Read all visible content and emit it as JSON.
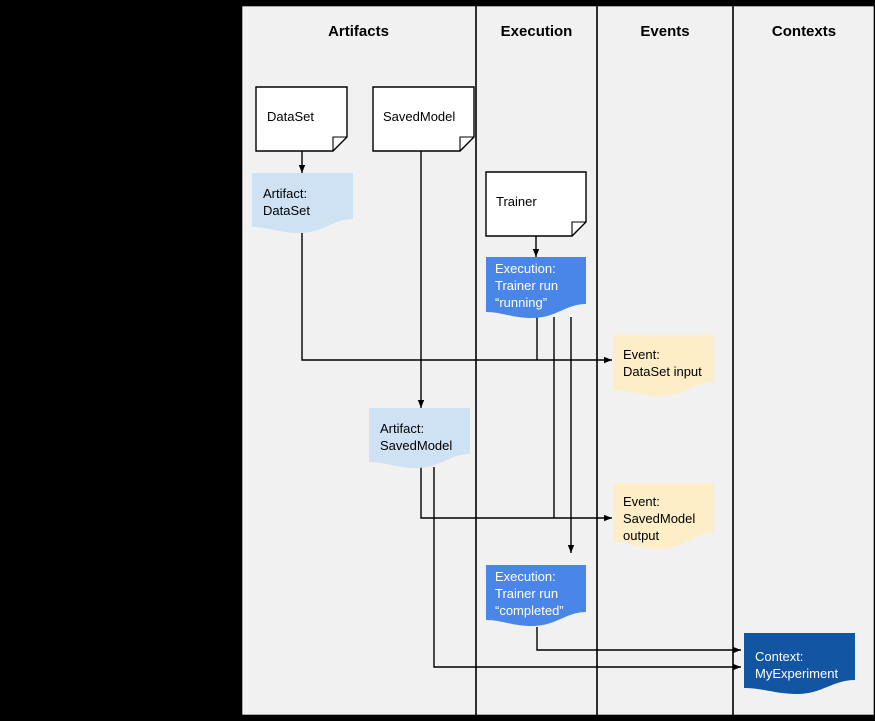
{
  "diagram": {
    "title_bar_bg": "#f1f1f1",
    "page_bg": "#000000",
    "lane_line_color": "#000000",
    "lanes": [
      {
        "id": "artifacts",
        "label": "Artifacts"
      },
      {
        "id": "execution",
        "label": "Execution"
      },
      {
        "id": "events",
        "label": "Events"
      },
      {
        "id": "contexts",
        "label": "Contexts"
      }
    ],
    "colors": {
      "artifact_fill": "#cfe2f3",
      "execution_fill": "#4a86e8",
      "event_fill": "#fdeec8",
      "context_fill": "#1155a3",
      "document_fill": "#ffffff",
      "stroke": "#000000",
      "lane_bg": "#f1f1f1"
    },
    "nodes": [
      {
        "id": "doc-dataset",
        "kind": "document",
        "lane": "artifacts",
        "text": "DataSet"
      },
      {
        "id": "doc-savedmodel",
        "kind": "document",
        "lane": "artifacts",
        "text": "SavedModel"
      },
      {
        "id": "doc-trainer",
        "kind": "document",
        "lane": "execution",
        "text": "Trainer"
      },
      {
        "id": "artifact-dataset",
        "kind": "artifact",
        "lane": "artifacts",
        "text": "Artifact:\nDataSet"
      },
      {
        "id": "artifact-savedmodel",
        "kind": "artifact",
        "lane": "artifacts",
        "text": "Artifact:\nSavedModel"
      },
      {
        "id": "execution-running",
        "kind": "execution",
        "lane": "execution",
        "text": "Execution:\nTrainer run\n“running”"
      },
      {
        "id": "execution-completed",
        "kind": "execution",
        "lane": "execution",
        "text": "Execution:\nTrainer run\n“completed”"
      },
      {
        "id": "event-dataset-input",
        "kind": "event",
        "lane": "events",
        "text": "Event:\nDataSet input"
      },
      {
        "id": "event-savedmodel-output",
        "kind": "event",
        "lane": "events",
        "text": "Event:\nSavedModel\noutput"
      },
      {
        "id": "context-myexperiment",
        "kind": "context",
        "lane": "contexts",
        "text": "Context:\nMyExperiment"
      }
    ],
    "edges": [
      {
        "from": "doc-dataset",
        "to": "artifact-dataset",
        "arrow": true
      },
      {
        "from": "doc-savedmodel",
        "to": "artifact-savedmodel",
        "arrow": true
      },
      {
        "from": "doc-trainer",
        "to": "execution-running",
        "arrow": true
      },
      {
        "from": "artifact-dataset",
        "to": "event-dataset-input",
        "arrow": true
      },
      {
        "from": "execution-running",
        "to": "event-dataset-input",
        "arrow": false
      },
      {
        "from": "execution-running",
        "to": "event-savedmodel-output",
        "arrow": false
      },
      {
        "from": "artifact-savedmodel",
        "to": "event-savedmodel-output",
        "arrow": true
      },
      {
        "from": "execution-running",
        "to": "execution-completed",
        "arrow": true
      },
      {
        "from": "execution-completed",
        "to": "context-myexperiment",
        "arrow": true
      },
      {
        "from": "artifact-savedmodel",
        "to": "context-myexperiment",
        "arrow": true
      }
    ]
  }
}
